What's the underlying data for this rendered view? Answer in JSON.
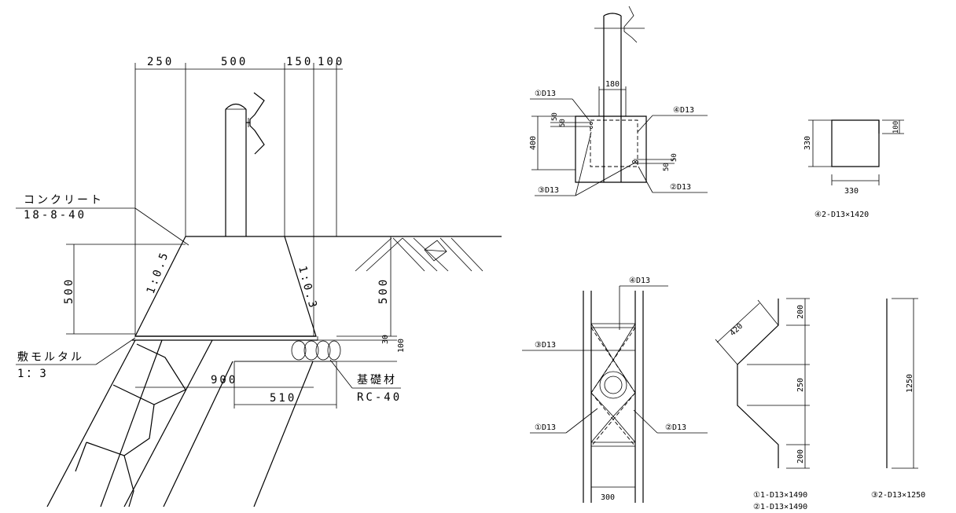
{
  "section": {
    "dims_top": [
      "250",
      "500",
      "150",
      "100"
    ],
    "dim_height_left": "500",
    "dim_height_right": "500",
    "slope_left": "1:0.5",
    "slope_right": "1:0.3",
    "dim_30": "30",
    "dim_100": "100",
    "dim_900": "900",
    "dim_510": "510",
    "concrete_label": "コンクリート",
    "concrete_spec": "18-8-40",
    "mortar_label": "敷モルタル",
    "mortar_ratio": "1：3",
    "base_label": "基礎材",
    "base_spec": "RC-40"
  },
  "elevation": {
    "dim_180": "180",
    "dim_400": "400",
    "dim_50a": "50",
    "dim_50b": "50",
    "dim_50c": "50",
    "dim_50d": "50",
    "bar1": "①D13",
    "bar2": "②D13",
    "bar3": "③D13",
    "bar4": "④D13"
  },
  "square": {
    "dim_330_v": "330",
    "dim_330_h": "330",
    "dim_100": "100",
    "label": "④2-D13×1420"
  },
  "plan": {
    "bar4": "④D13",
    "bar3": "③D13",
    "bar1": "①D13",
    "bar2": "②D13",
    "dim_300": "300"
  },
  "bent_bar": {
    "dim_420": "420",
    "dim_200_top": "200",
    "dim_250": "250",
    "dim_200_bot": "200",
    "label1": "①1-D13×1490",
    "label2": "②1-D13×1490"
  },
  "straight_bar": {
    "dim_1250": "1250",
    "label": "③2-D13×1250"
  }
}
